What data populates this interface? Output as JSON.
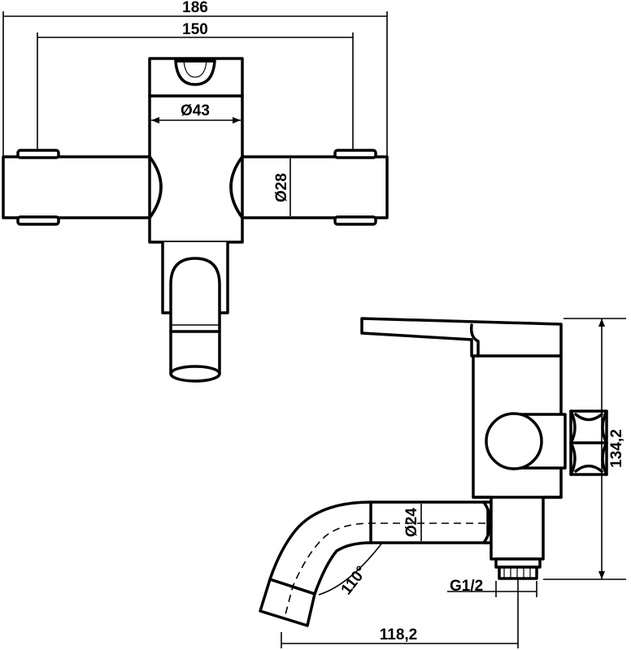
{
  "dimensions": {
    "overall_width": "186",
    "bolt_spacing": "150",
    "handle_diameter": "Ø43",
    "body_diameter": "Ø28",
    "height": "134,2",
    "spout_diameter": "Ø24",
    "spout_angle": "110°",
    "connection_thread": "G1/2",
    "spout_projection": "118,2"
  }
}
